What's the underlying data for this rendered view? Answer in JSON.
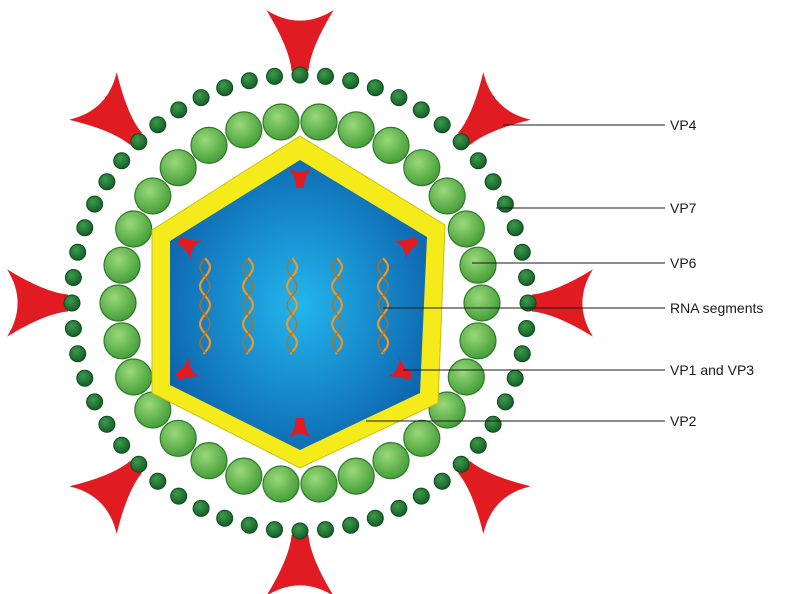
{
  "labels": {
    "vp4": "VP4",
    "vp7": "VP7",
    "vp6": "VP6",
    "rna": "RNA segments",
    "vp1vp3": "VP1 and VP3",
    "vp2": "VP2"
  },
  "colors": {
    "spike": "#e11b22",
    "outer_bead": "#1f7a33",
    "middle_bead": "#5cb848",
    "shell": "#f5ea1a",
    "core_light": "#23b6ee",
    "core_dark": "#0b5ea8",
    "rna": "#f7941d"
  }
}
